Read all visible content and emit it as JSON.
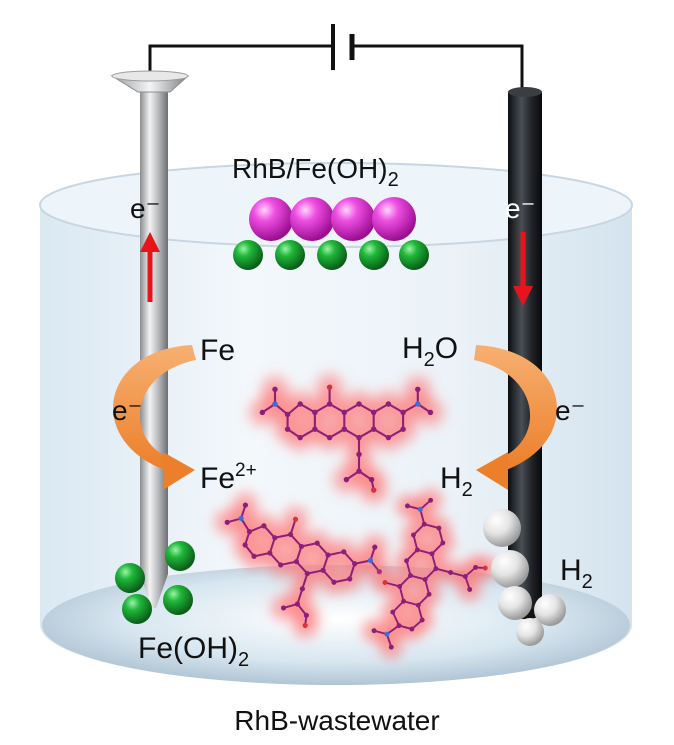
{
  "labels": {
    "film": {
      "main": "RhB/Fe(OH)",
      "sub": "2"
    },
    "electron": "e⁻",
    "fe": "Fe",
    "fe2": {
      "main": "Fe",
      "sup": "2+"
    },
    "water": {
      "a": "H",
      "sub": "2",
      "b": "O"
    },
    "hydrogen": {
      "main": "H",
      "sub": "2"
    },
    "hydroxide": {
      "main": "Fe(OH)",
      "sub": "2"
    },
    "caption": "RhB-wastewater"
  },
  "colors": {
    "wire": "#111111",
    "anode": "#b9b9bb",
    "cathode": "#1c1f22",
    "arrow_red": "#e8141b",
    "arrow_orange": "#f29a4a",
    "rhb_sphere": "#e22fd6",
    "feoh_sphere": "#15a52c",
    "h2_sphere": "#d8d8d8",
    "molecule": "#8e1f79",
    "glow": "#ff7373"
  },
  "icons": {
    "battery": "battery-icon",
    "molecule": "rhodamine-b-molecule-icon"
  }
}
